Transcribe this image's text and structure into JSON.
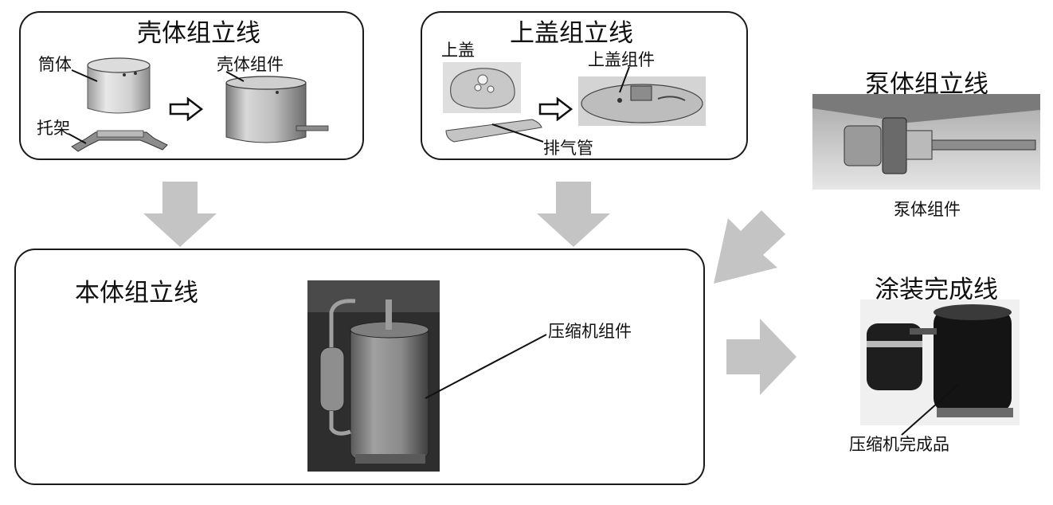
{
  "shell_line": {
    "title": "壳体组立线",
    "cylinder_label": "筒体",
    "bracket_label": "托架",
    "assembly_label": "壳体组件"
  },
  "cover_line": {
    "title": "上盖组立线",
    "cover_label": "上盖",
    "assembly_label": "上盖组件",
    "exhaust_label": "排气管"
  },
  "pump_line": {
    "title": "泵体组立线",
    "assembly_label": "泵体组件"
  },
  "body_line": {
    "title": "本体组立线",
    "assembly_label": "压缩机组件"
  },
  "paint_line": {
    "title": "涂装完成线",
    "product_label": "压缩机完成品"
  },
  "colors": {
    "arrow": "#c4c4c4",
    "box_border": "#1a1a1a"
  }
}
